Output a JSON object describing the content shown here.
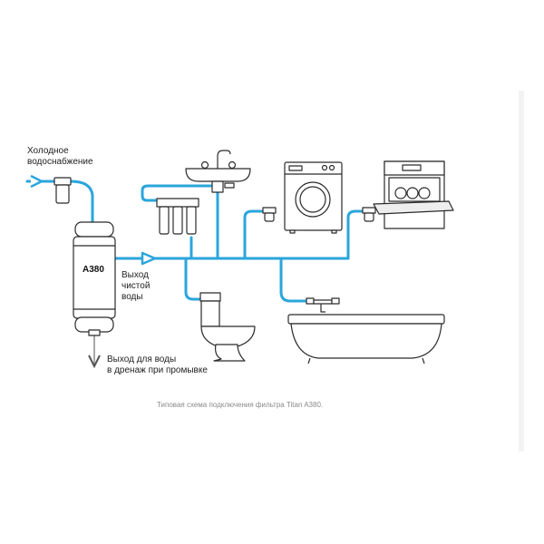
{
  "labels": {
    "cold_supply": [
      "Холодное",
      "водоснабжение"
    ],
    "clean_outlet": [
      "Выход",
      "чистой",
      "воды"
    ],
    "drain_outlet": [
      "Выход для воды",
      "в дренаж при промывке"
    ],
    "filter_model": "A380",
    "caption": "Типовая схема подключения фильтра Titan A380."
  },
  "colors": {
    "pipe": "#2aa6dc",
    "outline": "#2b2b2b",
    "drain_pipe": "#8a8a8a",
    "caption_text": "#8a8a8a"
  }
}
